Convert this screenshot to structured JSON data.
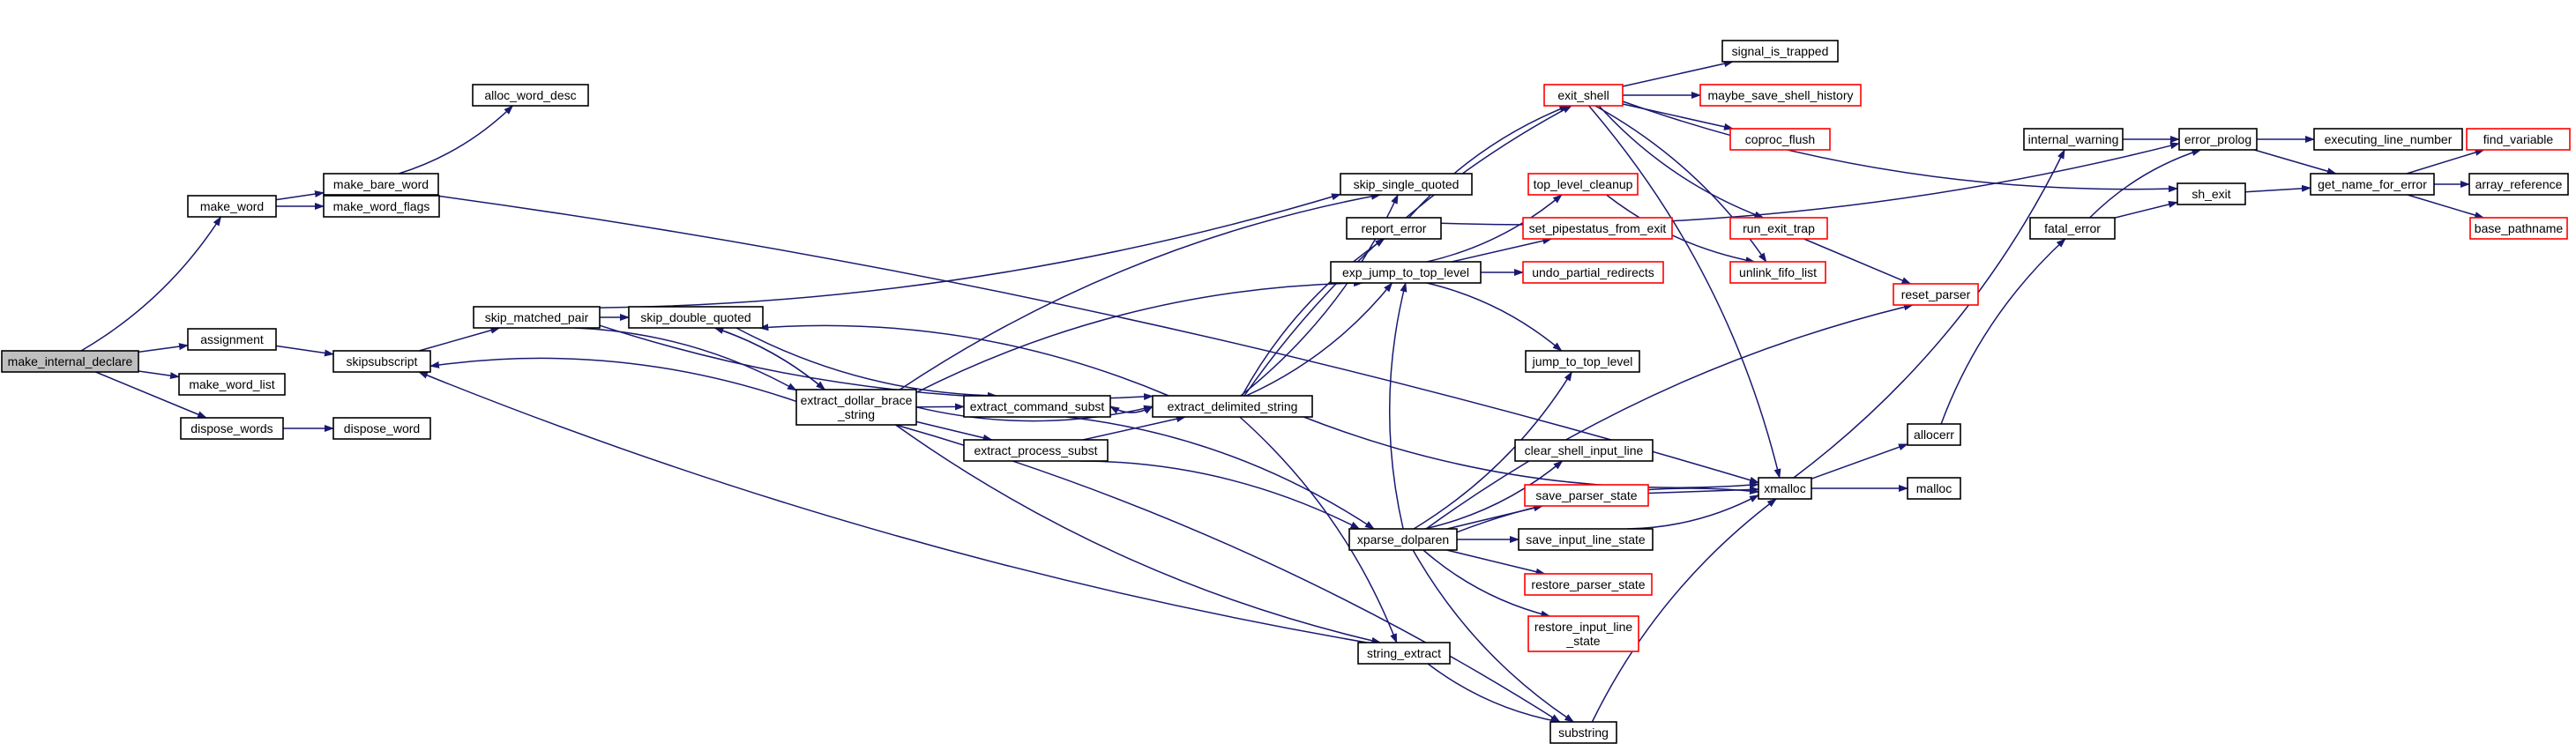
{
  "colors": {
    "edge": "#191970",
    "node_border_normal": "#000000",
    "node_border_truncated": "#ff0000",
    "root_fill": "#bfbfbf",
    "node_fill": "#ffffff"
  },
  "nodes": [
    {
      "id": "make_internal_declare",
      "lines": [
        "make_internal_declare"
      ],
      "style": "root"
    },
    {
      "id": "make_word",
      "lines": [
        "make_word"
      ],
      "style": "normal"
    },
    {
      "id": "assignment",
      "lines": [
        "assignment"
      ],
      "style": "normal"
    },
    {
      "id": "make_word_list",
      "lines": [
        "make_word_list"
      ],
      "style": "normal"
    },
    {
      "id": "dispose_words",
      "lines": [
        "dispose_words"
      ],
      "style": "normal"
    },
    {
      "id": "make_bare_word",
      "lines": [
        "make_bare_word"
      ],
      "style": "normal"
    },
    {
      "id": "make_word_flags",
      "lines": [
        "make_word_flags"
      ],
      "style": "normal"
    },
    {
      "id": "skipsubscript",
      "lines": [
        "skipsubscript"
      ],
      "style": "normal"
    },
    {
      "id": "dispose_word",
      "lines": [
        "dispose_word"
      ],
      "style": "normal"
    },
    {
      "id": "alloc_word_desc",
      "lines": [
        "alloc_word_desc"
      ],
      "style": "normal"
    },
    {
      "id": "skip_matched_pair",
      "lines": [
        "skip_matched_pair"
      ],
      "style": "normal"
    },
    {
      "id": "skip_double_quoted",
      "lines": [
        "skip_double_quoted"
      ],
      "style": "normal"
    },
    {
      "id": "extract_dollar_brace_string",
      "lines": [
        "extract_dollar_brace",
        "_string"
      ],
      "style": "normal"
    },
    {
      "id": "extract_command_subst",
      "lines": [
        "extract_command_subst"
      ],
      "style": "normal"
    },
    {
      "id": "extract_process_subst",
      "lines": [
        "extract_process_subst"
      ],
      "style": "normal"
    },
    {
      "id": "extract_delimited_string",
      "lines": [
        "extract_delimited_string"
      ],
      "style": "normal"
    },
    {
      "id": "skip_single_quoted",
      "lines": [
        "skip_single_quoted"
      ],
      "style": "normal"
    },
    {
      "id": "report_error",
      "lines": [
        "report_error"
      ],
      "style": "normal"
    },
    {
      "id": "exp_jump_to_top_level",
      "lines": [
        "exp_jump_to_top_level"
      ],
      "style": "normal"
    },
    {
      "id": "xparse_dolparen",
      "lines": [
        "xparse_dolparen"
      ],
      "style": "normal"
    },
    {
      "id": "string_extract",
      "lines": [
        "string_extract"
      ],
      "style": "normal"
    },
    {
      "id": "substring",
      "lines": [
        "substring"
      ],
      "style": "normal"
    },
    {
      "id": "exit_shell",
      "lines": [
        "exit_shell"
      ],
      "style": "truncated"
    },
    {
      "id": "signal_is_trapped",
      "lines": [
        "signal_is_trapped"
      ],
      "style": "normal"
    },
    {
      "id": "maybe_save_shell_history",
      "lines": [
        "maybe_save_shell_history"
      ],
      "style": "truncated"
    },
    {
      "id": "coproc_flush",
      "lines": [
        "coproc_flush"
      ],
      "style": "truncated"
    },
    {
      "id": "top_level_cleanup",
      "lines": [
        "top_level_cleanup"
      ],
      "style": "truncated"
    },
    {
      "id": "set_pipestatus_from_exit",
      "lines": [
        "set_pipestatus_from_exit"
      ],
      "style": "truncated"
    },
    {
      "id": "undo_partial_redirects",
      "lines": [
        "undo_partial_redirects"
      ],
      "style": "truncated"
    },
    {
      "id": "run_exit_trap",
      "lines": [
        "run_exit_trap"
      ],
      "style": "truncated"
    },
    {
      "id": "unlink_fifo_list",
      "lines": [
        "unlink_fifo_list"
      ],
      "style": "truncated"
    },
    {
      "id": "reset_parser",
      "lines": [
        "reset_parser"
      ],
      "style": "truncated"
    },
    {
      "id": "jump_to_top_level",
      "lines": [
        "jump_to_top_level"
      ],
      "style": "normal"
    },
    {
      "id": "clear_shell_input_line",
      "lines": [
        "clear_shell_input_line"
      ],
      "style": "normal"
    },
    {
      "id": "save_parser_state",
      "lines": [
        "save_parser_state"
      ],
      "style": "truncated"
    },
    {
      "id": "save_input_line_state",
      "lines": [
        "save_input_line_state"
      ],
      "style": "normal"
    },
    {
      "id": "restore_parser_state",
      "lines": [
        "restore_parser_state"
      ],
      "style": "truncated"
    },
    {
      "id": "restore_input_line_state",
      "lines": [
        "restore_input_line",
        "_state"
      ],
      "style": "truncated"
    },
    {
      "id": "xmalloc",
      "lines": [
        "xmalloc"
      ],
      "style": "normal"
    },
    {
      "id": "allocerr",
      "lines": [
        "allocerr"
      ],
      "style": "normal"
    },
    {
      "id": "malloc",
      "lines": [
        "malloc"
      ],
      "style": "normal"
    },
    {
      "id": "internal_warning",
      "lines": [
        "internal_warning"
      ],
      "style": "normal"
    },
    {
      "id": "fatal_error",
      "lines": [
        "fatal_error"
      ],
      "style": "normal"
    },
    {
      "id": "error_prolog",
      "lines": [
        "error_prolog"
      ],
      "style": "normal"
    },
    {
      "id": "sh_exit",
      "lines": [
        "sh_exit"
      ],
      "style": "normal"
    },
    {
      "id": "executing_line_number",
      "lines": [
        "executing_line_number"
      ],
      "style": "normal"
    },
    {
      "id": "get_name_for_error",
      "lines": [
        "get_name_for_error"
      ],
      "style": "normal"
    },
    {
      "id": "find_variable",
      "lines": [
        "find_variable"
      ],
      "style": "truncated"
    },
    {
      "id": "array_reference",
      "lines": [
        "array_reference"
      ],
      "style": "normal"
    },
    {
      "id": "base_pathname",
      "lines": [
        "base_pathname"
      ],
      "style": "truncated"
    }
  ],
  "edges": [
    {
      "from": "make_internal_declare",
      "to": "make_word"
    },
    {
      "from": "make_internal_declare",
      "to": "assignment"
    },
    {
      "from": "make_internal_declare",
      "to": "make_word_list"
    },
    {
      "from": "make_internal_declare",
      "to": "dispose_words"
    },
    {
      "from": "make_word",
      "to": "make_bare_word"
    },
    {
      "from": "make_word",
      "to": "make_word_flags"
    },
    {
      "from": "make_bare_word",
      "to": "alloc_word_desc"
    },
    {
      "from": "make_bare_word",
      "to": "xmalloc"
    },
    {
      "from": "assignment",
      "to": "skipsubscript"
    },
    {
      "from": "dispose_words",
      "to": "dispose_word"
    },
    {
      "from": "skipsubscript",
      "to": "skip_matched_pair"
    },
    {
      "from": "skip_matched_pair",
      "to": "skip_double_quoted"
    },
    {
      "from": "skip_matched_pair",
      "to": "skip_single_quoted"
    },
    {
      "from": "skip_matched_pair",
      "to": "extract_dollar_brace_string"
    },
    {
      "from": "skip_matched_pair",
      "to": "extract_delimited_string"
    },
    {
      "from": "skip_double_quoted",
      "to": "extract_dollar_brace_string"
    },
    {
      "from": "skip_double_quoted",
      "to": "extract_command_subst"
    },
    {
      "from": "extract_dollar_brace_string",
      "to": "skip_double_quoted"
    },
    {
      "from": "extract_dollar_brace_string",
      "to": "skipsubscript"
    },
    {
      "from": "extract_dollar_brace_string",
      "to": "skip_single_quoted"
    },
    {
      "from": "extract_dollar_brace_string",
      "to": "extract_command_subst"
    },
    {
      "from": "extract_dollar_brace_string",
      "to": "extract_process_subst"
    },
    {
      "from": "extract_dollar_brace_string",
      "to": "extract_delimited_string"
    },
    {
      "from": "extract_dollar_brace_string",
      "to": "exp_jump_to_top_level"
    },
    {
      "from": "extract_dollar_brace_string",
      "to": "string_extract"
    },
    {
      "from": "extract_dollar_brace_string",
      "to": "substring"
    },
    {
      "from": "extract_command_subst",
      "to": "extract_delimited_string"
    },
    {
      "from": "extract_command_subst",
      "to": "xparse_dolparen"
    },
    {
      "from": "extract_process_subst",
      "to": "extract_delimited_string"
    },
    {
      "from": "extract_process_subst",
      "to": "xparse_dolparen"
    },
    {
      "from": "extract_delimited_string",
      "to": "skip_double_quoted"
    },
    {
      "from": "extract_delimited_string",
      "to": "extract_command_subst"
    },
    {
      "from": "extract_delimited_string",
      "to": "skip_single_quoted"
    },
    {
      "from": "extract_delimited_string",
      "to": "report_error"
    },
    {
      "from": "extract_delimited_string",
      "to": "exp_jump_to_top_level"
    },
    {
      "from": "extract_delimited_string",
      "to": "exit_shell"
    },
    {
      "from": "extract_delimited_string",
      "to": "xmalloc"
    },
    {
      "from": "extract_delimited_string",
      "to": "string_extract"
    },
    {
      "from": "report_error",
      "to": "error_prolog"
    },
    {
      "from": "report_error",
      "to": "exit_shell"
    },
    {
      "from": "exp_jump_to_top_level",
      "to": "top_level_cleanup"
    },
    {
      "from": "exp_jump_to_top_level",
      "to": "set_pipestatus_from_exit"
    },
    {
      "from": "exp_jump_to_top_level",
      "to": "undo_partial_redirects"
    },
    {
      "from": "exp_jump_to_top_level",
      "to": "jump_to_top_level"
    },
    {
      "from": "top_level_cleanup",
      "to": "unlink_fifo_list"
    },
    {
      "from": "exit_shell",
      "to": "signal_is_trapped"
    },
    {
      "from": "exit_shell",
      "to": "maybe_save_shell_history"
    },
    {
      "from": "exit_shell",
      "to": "coproc_flush"
    },
    {
      "from": "exit_shell",
      "to": "run_exit_trap"
    },
    {
      "from": "exit_shell",
      "to": "unlink_fifo_list"
    },
    {
      "from": "exit_shell",
      "to": "sh_exit"
    },
    {
      "from": "exit_shell",
      "to": "xmalloc"
    },
    {
      "from": "run_exit_trap",
      "to": "reset_parser"
    },
    {
      "from": "xparse_dolparen",
      "to": "exp_jump_to_top_level"
    },
    {
      "from": "xparse_dolparen",
      "to": "jump_to_top_level"
    },
    {
      "from": "xparse_dolparen",
      "to": "reset_parser"
    },
    {
      "from": "xparse_dolparen",
      "to": "clear_shell_input_line"
    },
    {
      "from": "xparse_dolparen",
      "to": "save_parser_state"
    },
    {
      "from": "xparse_dolparen",
      "to": "save_input_line_state"
    },
    {
      "from": "xparse_dolparen",
      "to": "restore_parser_state"
    },
    {
      "from": "xparse_dolparen",
      "to": "restore_input_line_state"
    },
    {
      "from": "xparse_dolparen",
      "to": "xmalloc"
    },
    {
      "from": "xparse_dolparen",
      "to": "substring"
    },
    {
      "from": "save_parser_state",
      "to": "xmalloc"
    },
    {
      "from": "save_input_line_state",
      "to": "xmalloc"
    },
    {
      "from": "string_extract",
      "to": "skipsubscript"
    },
    {
      "from": "string_extract",
      "to": "substring"
    },
    {
      "from": "substring",
      "to": "xmalloc"
    },
    {
      "from": "xmalloc",
      "to": "allocerr"
    },
    {
      "from": "xmalloc",
      "to": "malloc"
    },
    {
      "from": "xmalloc",
      "to": "internal_warning"
    },
    {
      "from": "allocerr",
      "to": "fatal_error"
    },
    {
      "from": "internal_warning",
      "to": "error_prolog"
    },
    {
      "from": "fatal_error",
      "to": "error_prolog"
    },
    {
      "from": "fatal_error",
      "to": "sh_exit"
    },
    {
      "from": "sh_exit",
      "to": "get_name_for_error"
    },
    {
      "from": "error_prolog",
      "to": "executing_line_number"
    },
    {
      "from": "error_prolog",
      "to": "get_name_for_error"
    },
    {
      "from": "get_name_for_error",
      "to": "find_variable"
    },
    {
      "from": "get_name_for_error",
      "to": "array_reference"
    },
    {
      "from": "get_name_for_error",
      "to": "base_pathname"
    }
  ]
}
